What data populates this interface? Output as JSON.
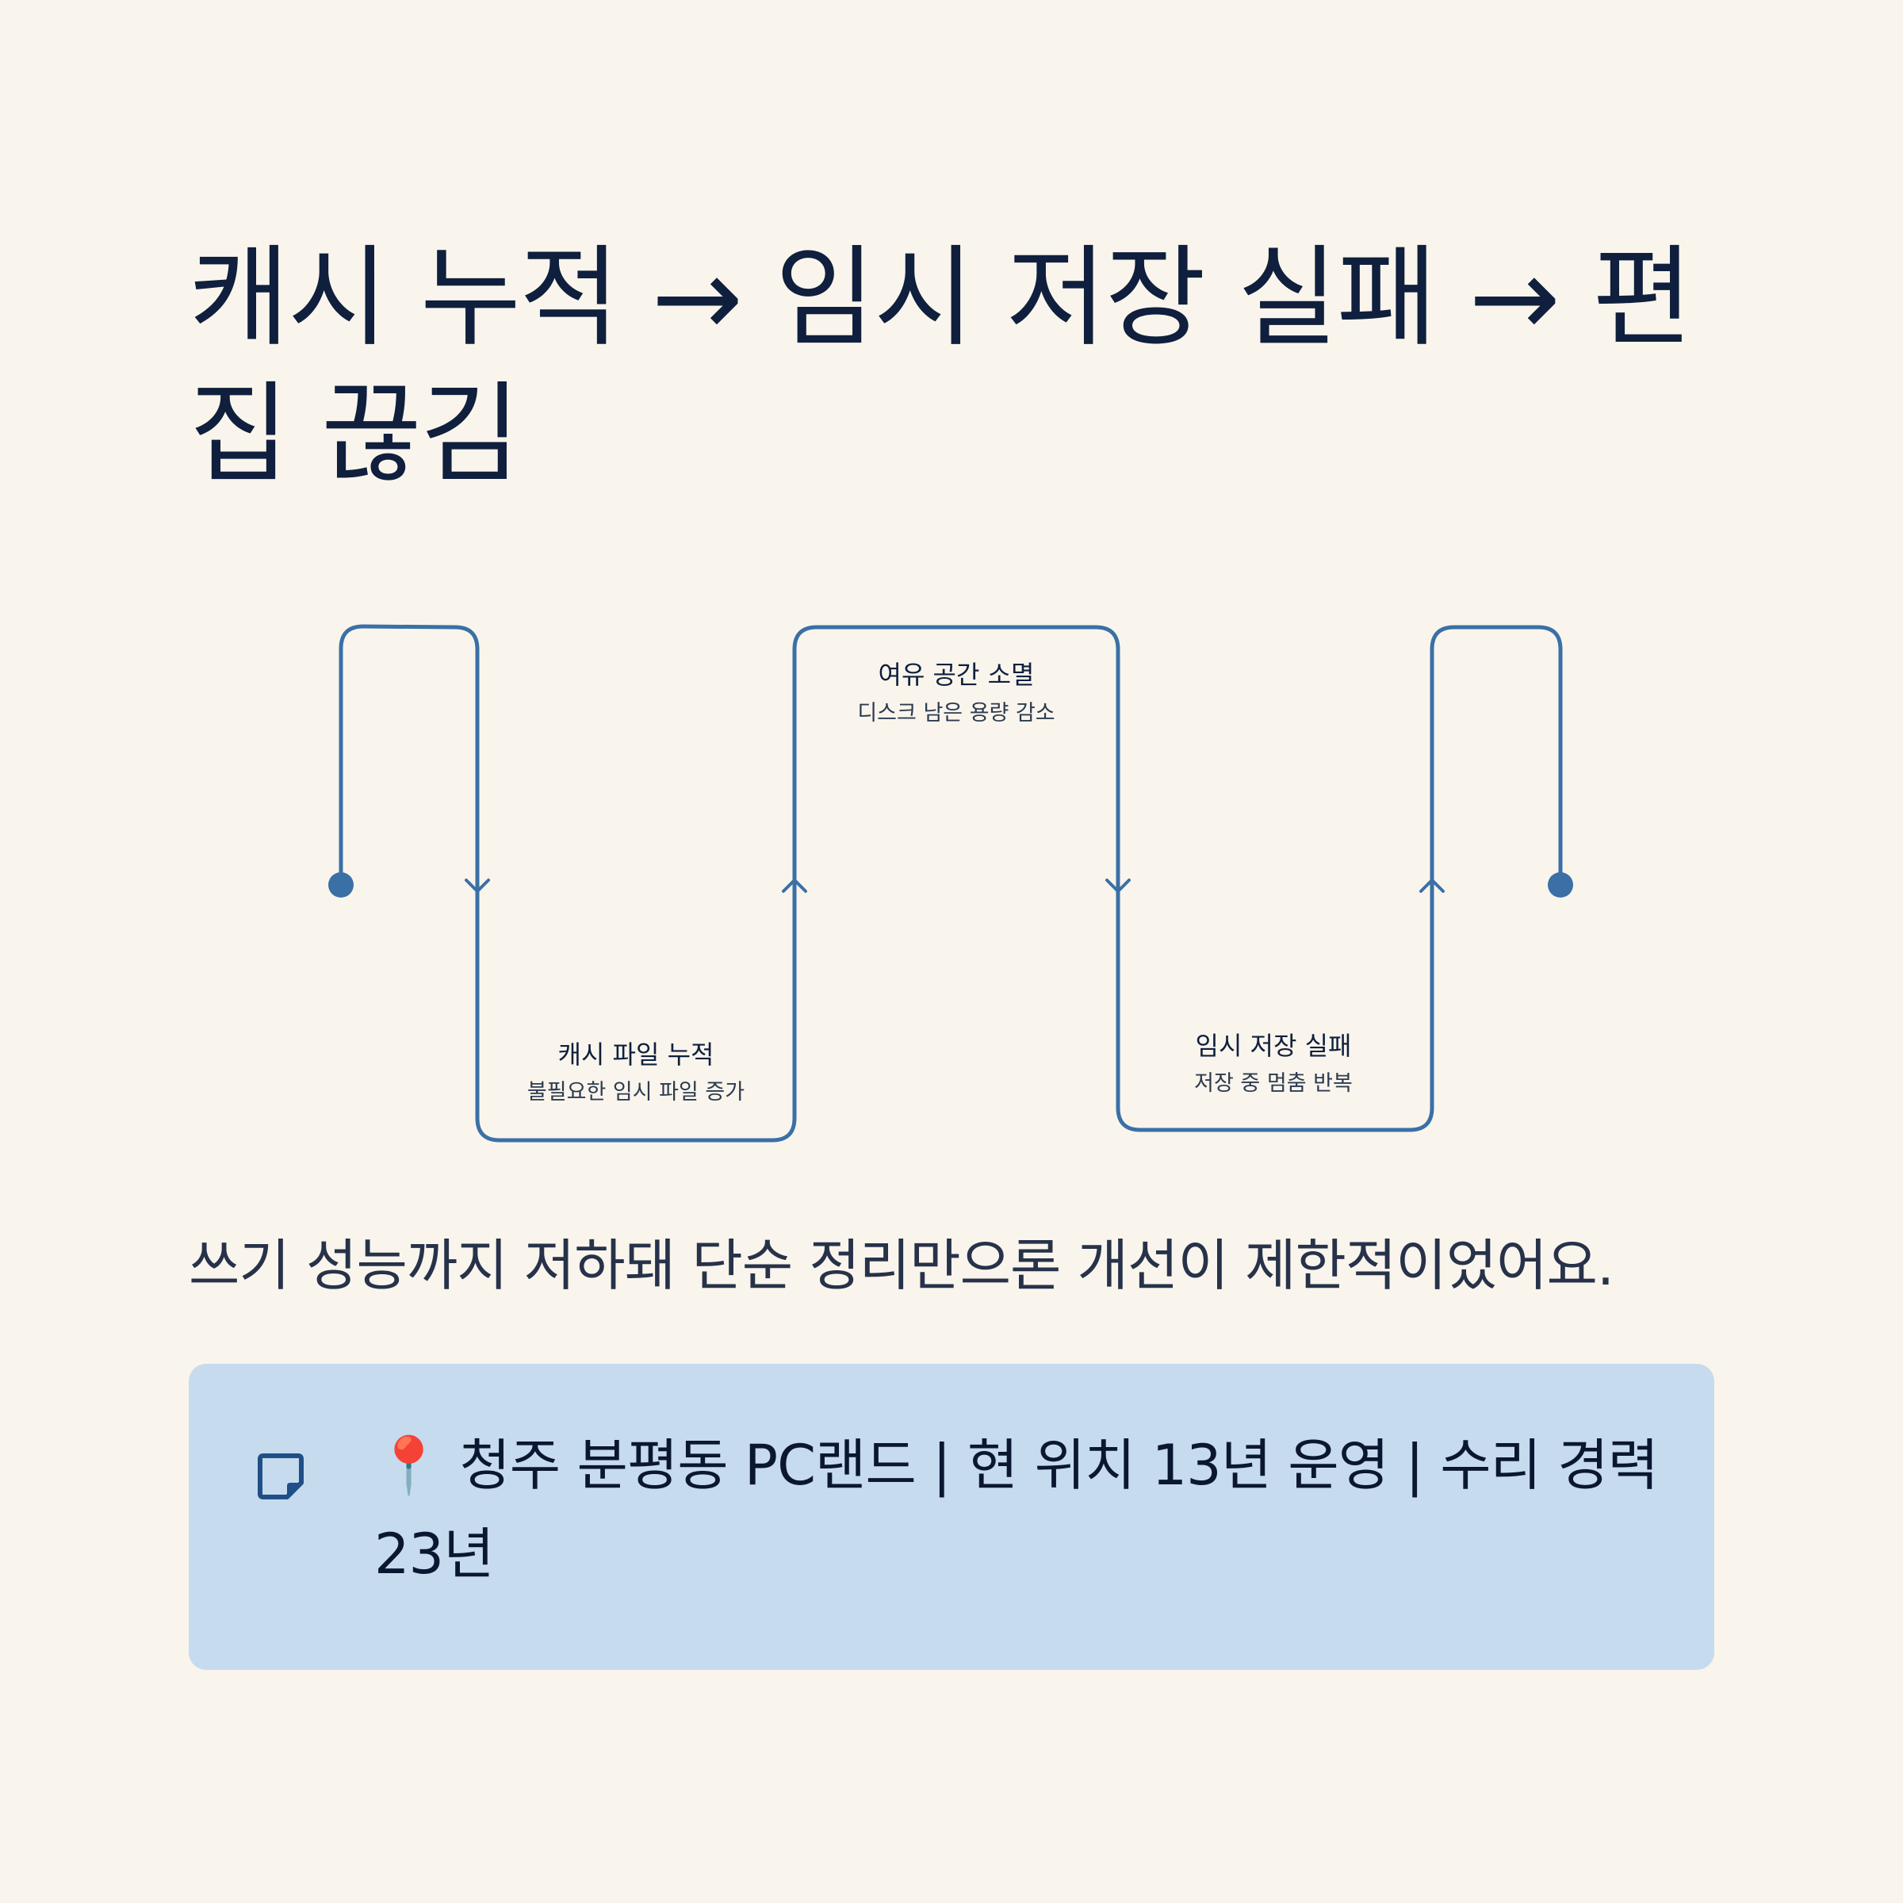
{
  "title": "캐시 누적 → 임시 저장 실패 → 편집 끊김",
  "steps": [
    {
      "title": "캐시 파일 누적",
      "subtitle": "불필요한 임시 파일 증가"
    },
    {
      "title": "여유 공간 소멸",
      "subtitle": "디스크 남은 용량 감소"
    },
    {
      "title": "임시 저장 실패",
      "subtitle": "저장 중 멈춤 반복"
    }
  ],
  "summary": "쓰기 성능까지 저하돼 단순 정리만으론 개선이 제한적이었어요.",
  "info": {
    "icon": "note-icon",
    "text": "📍 청주 분평동 PC랜드 | 현 위치 13년 운영 | 수리 경력 23년"
  },
  "colors": {
    "background": "#f9f5ec",
    "line": "#3a70a6",
    "title": "#0f1f3d",
    "info_box": "#c6dbee"
  }
}
